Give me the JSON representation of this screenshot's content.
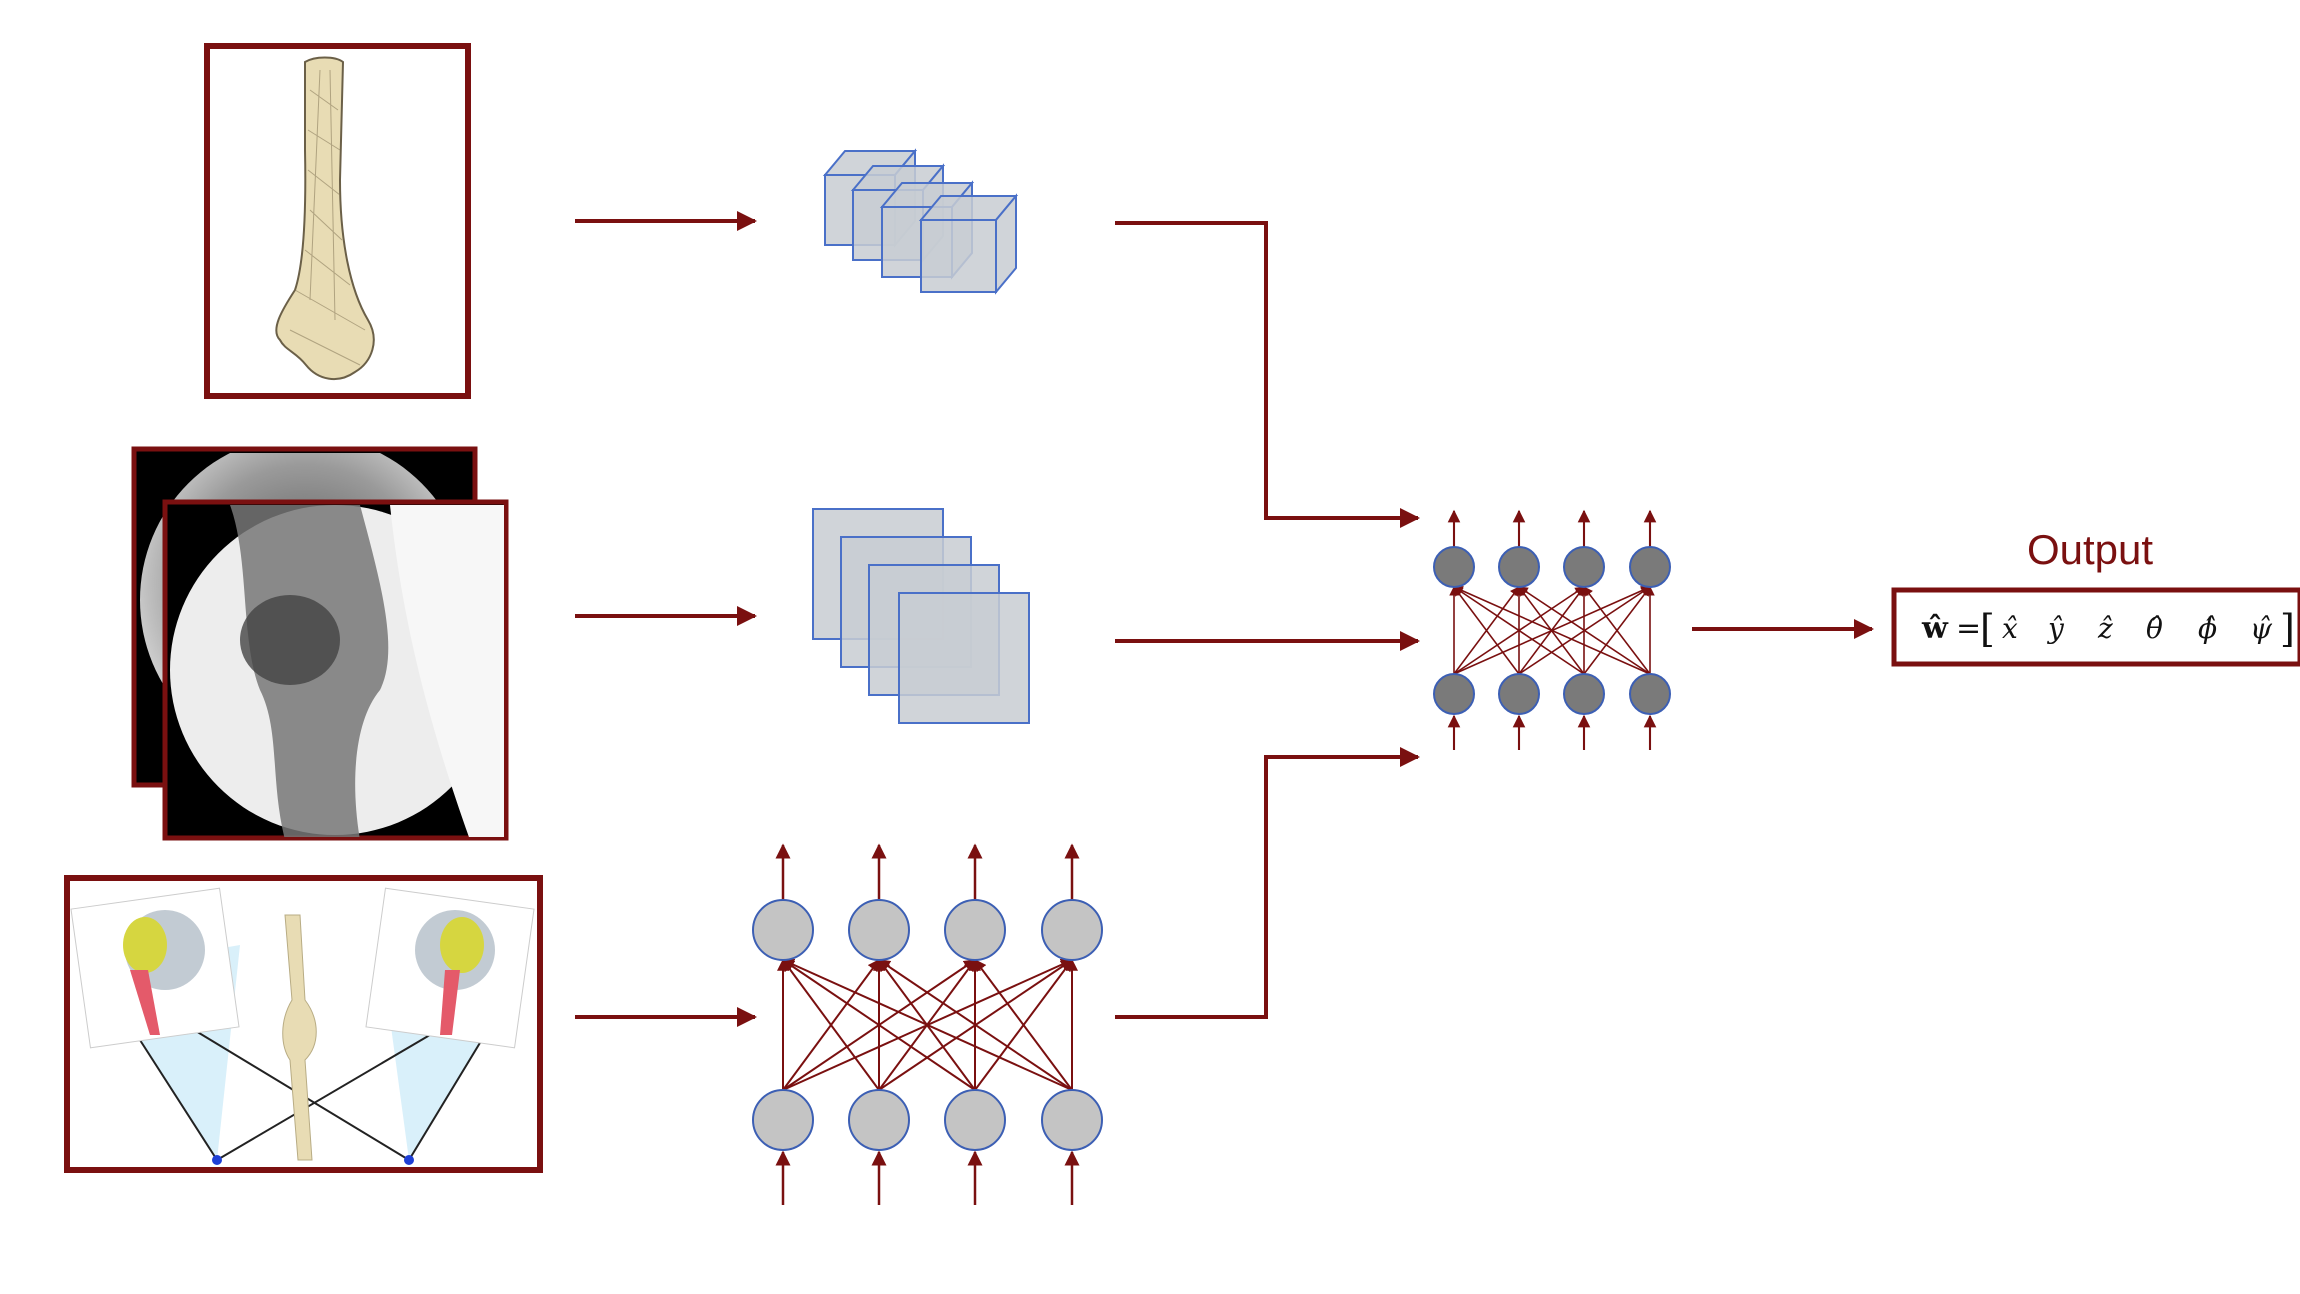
{
  "output": {
    "title": "Output",
    "formula_lhs": "ŵ",
    "formula_eq": "=",
    "bracket_open": "[",
    "bracket_close": "]",
    "vector": [
      "x̂",
      "ŷ",
      "ẑ",
      "θ̂",
      "ϕ̂",
      "ψ̂"
    ]
  },
  "colors": {
    "accent": "#7a1010",
    "node_light": "#c4c4c4",
    "node_dark": "#7a7a7a",
    "node_stroke": "#3c5fb4",
    "cube_face": "#c8ccd2",
    "cube_stroke": "#4a70c8",
    "bone": "#e8dcb4",
    "beam": "#bfe6f7"
  },
  "icons": [
    "bone-mesh-icon",
    "xray-icon",
    "projection-geometry-icon",
    "conv3d-icon",
    "conv2d-icon",
    "mlp-icon"
  ]
}
